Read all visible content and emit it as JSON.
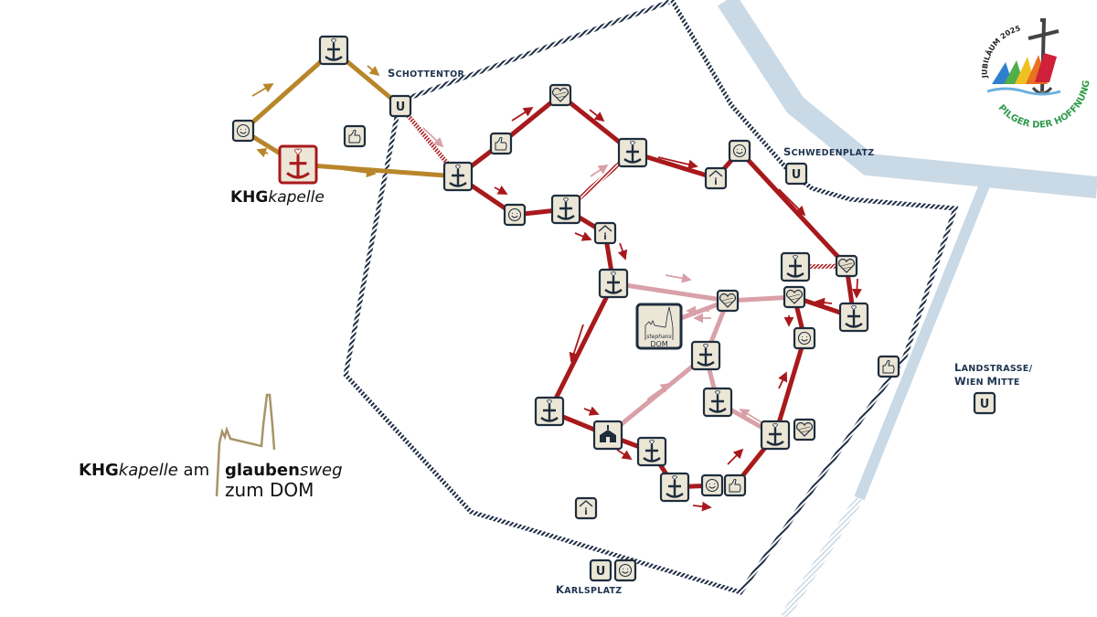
{
  "map": {
    "stations_labels": {
      "schottentor": [
        "S",
        "CHOTTENTOR"
      ],
      "schwedenplatz": [
        "S",
        "CHWEDENPLATZ"
      ],
      "landstrasse": [
        "L",
        "ANDSTRASSE/"
      ],
      "wien_mitte": [
        "W",
        "IEN ",
        "M",
        "ITTE"
      ],
      "karlsplatz": [
        "K",
        "ARLSPLATZ"
      ]
    },
    "u_label": "U",
    "start": {
      "bold": "KHG",
      "italic": "kapelle"
    },
    "dom": {
      "line1": "stephans",
      "line2": "DOM"
    },
    "colors": {
      "gold_route": "#b8862a",
      "red_route": "#a8191c",
      "pink_route": "#d9a0a8",
      "ring_road": "#1e2d45",
      "river": "#c9d9e6",
      "icon_fill": "#ece6d6",
      "icon_border": "#1e2d3d"
    },
    "legend_icons": [
      "anchor-cross-icon",
      "heart-icon",
      "smiley-icon",
      "thumbs-up-icon",
      "info-house-icon",
      "church-icon",
      "u-bahn-icon"
    ]
  },
  "brand": {
    "khg": "KHG",
    "kapelle": "kapelle",
    "am": " am ",
    "glauben": "glauben",
    "sweg": "sweg",
    "zum_dom": "zum DOM"
  },
  "jubilee_logo": {
    "top_text": "JUBILÄUM 2025",
    "bottom_text": "PILGER DER HOFFNUNG"
  }
}
